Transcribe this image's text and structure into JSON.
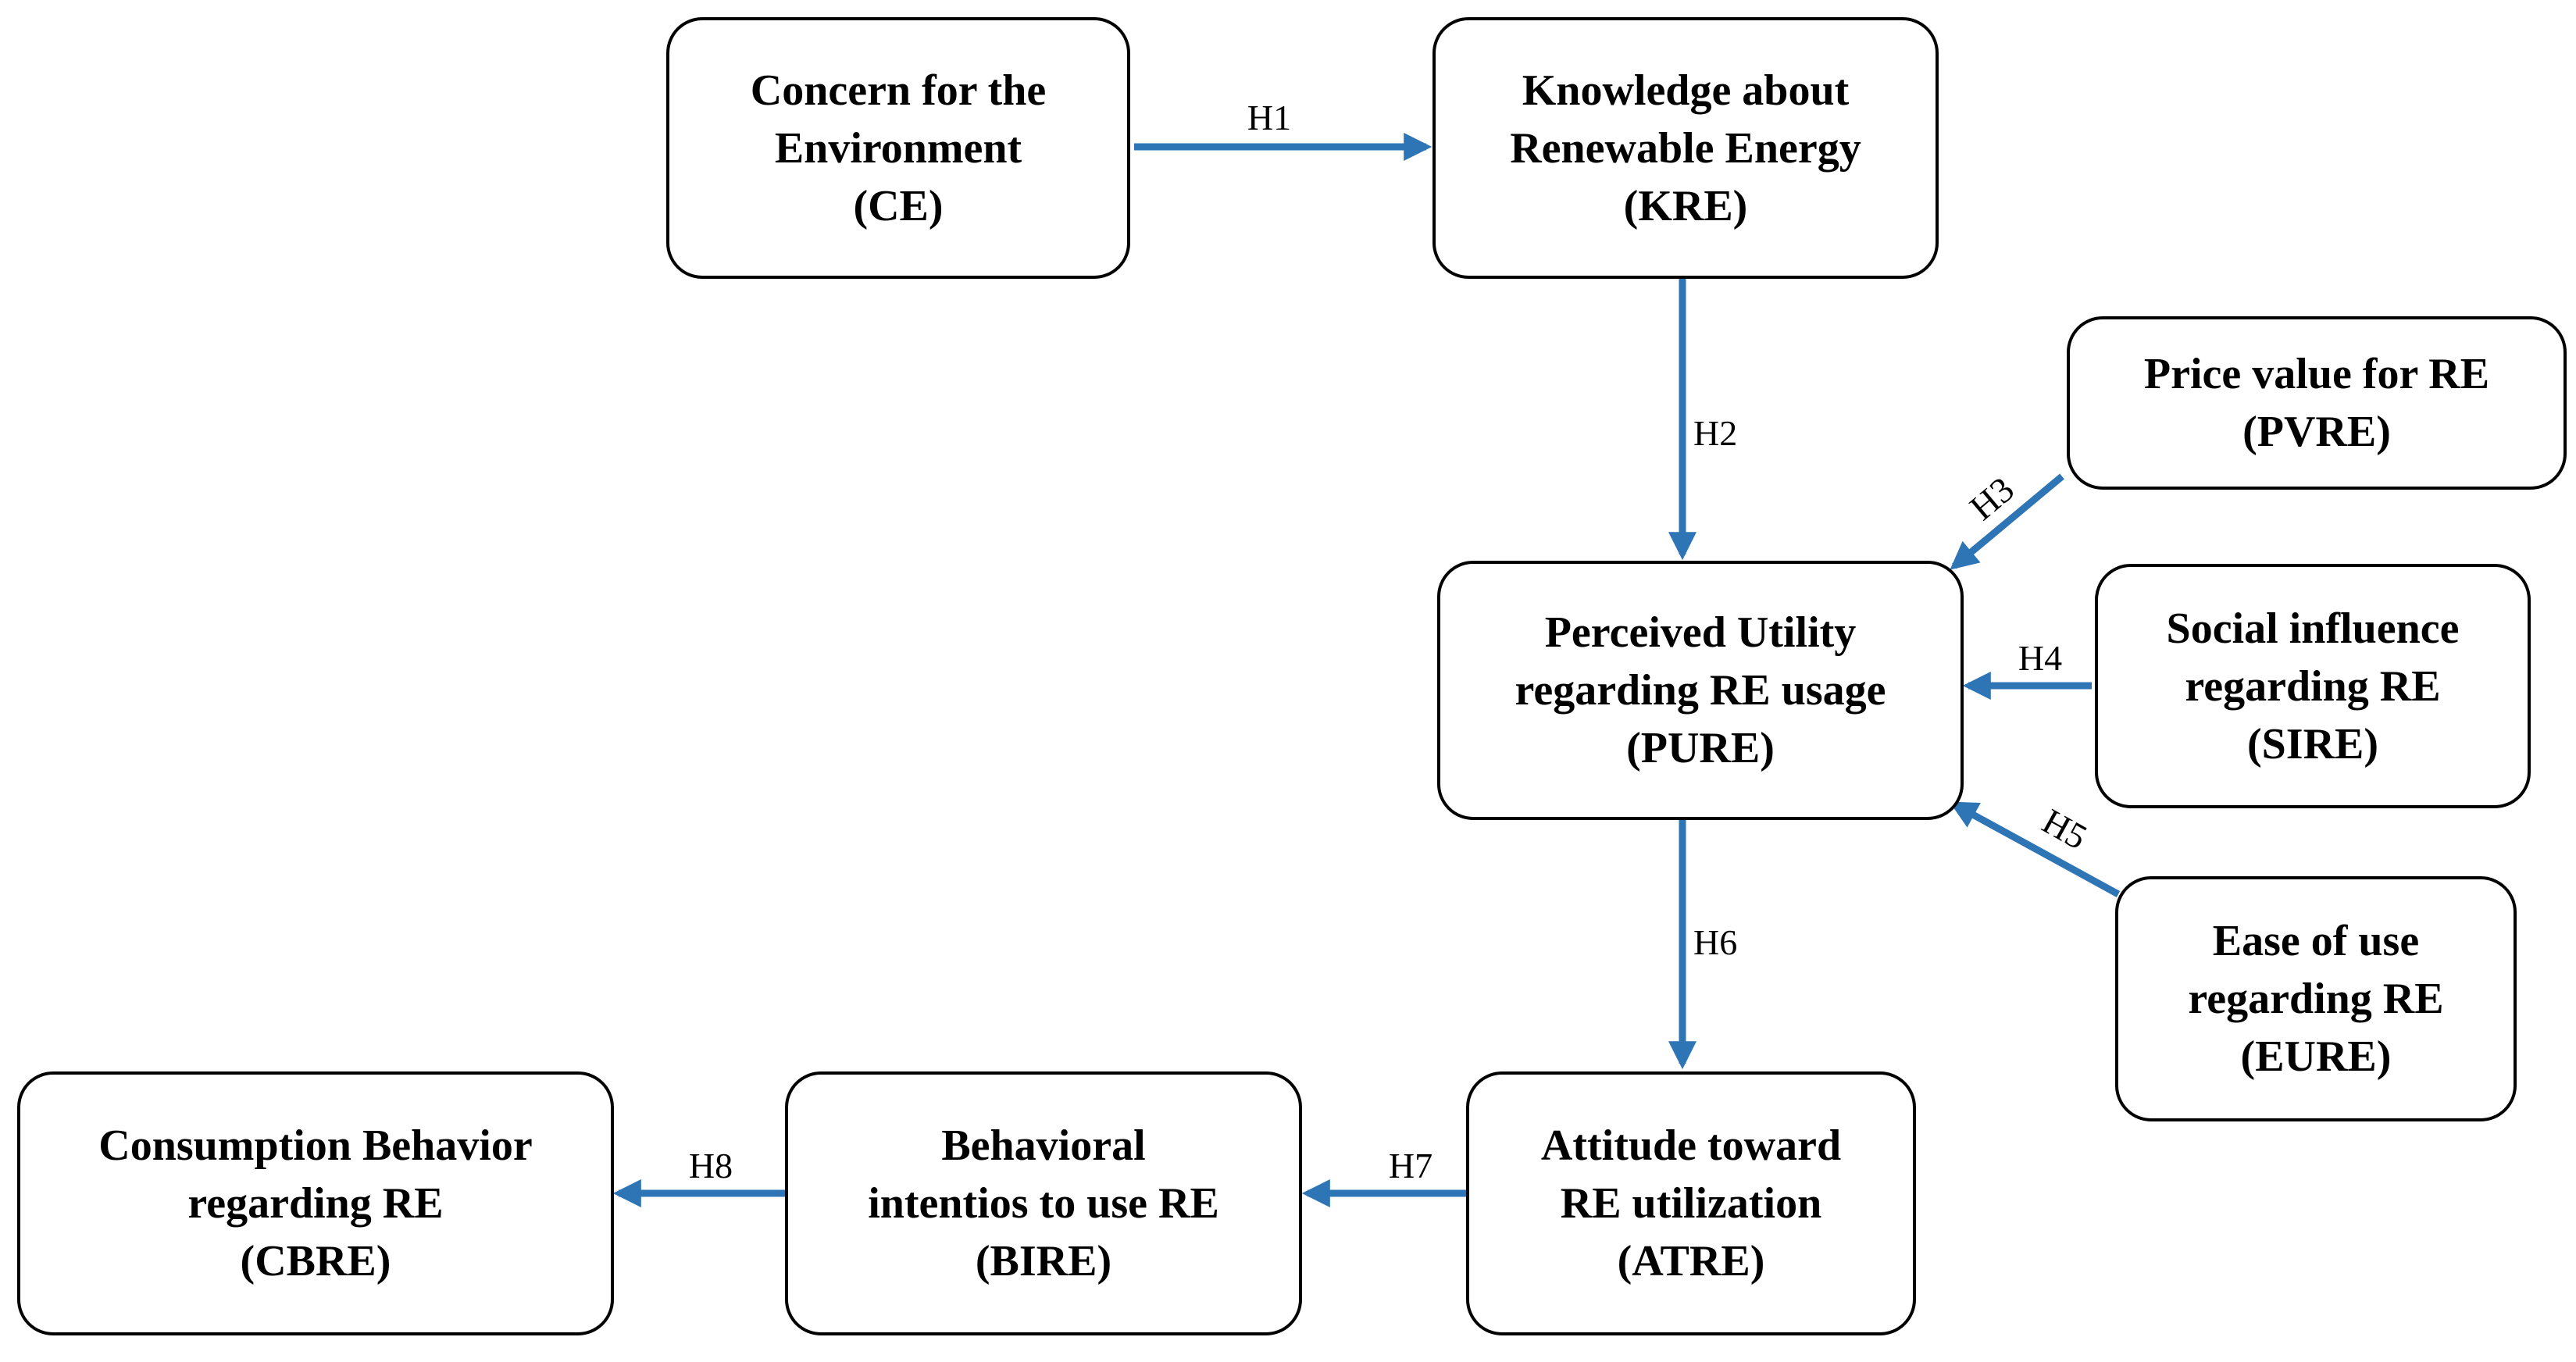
{
  "nodes": {
    "ce": {
      "lines": [
        "Concern for the",
        "Environment",
        "(CE)"
      ]
    },
    "kre": {
      "lines": [
        "Knowledge about",
        "Renewable Energy",
        "(KRE)"
      ]
    },
    "pvre": {
      "lines": [
        "Price value for RE",
        "(PVRE)"
      ]
    },
    "pure": {
      "lines": [
        "Perceived Utility",
        "regarding RE usage",
        "(PURE)"
      ]
    },
    "sire": {
      "lines": [
        "Social influence",
        "regarding RE",
        "(SIRE)"
      ]
    },
    "eure": {
      "lines": [
        "Ease of use",
        "regarding RE",
        "(EURE)"
      ]
    },
    "cbre": {
      "lines": [
        "Consumption Behavior",
        "regarding RE",
        "(CBRE)"
      ]
    },
    "bire": {
      "lines": [
        "Behavioral",
        "intentios to use RE",
        "(BIRE)"
      ]
    },
    "atre": {
      "lines": [
        "Attitude toward",
        "RE utilization",
        "(ATRE)"
      ]
    }
  },
  "edges": [
    {
      "from": "ce",
      "to": "kre",
      "label": "H1"
    },
    {
      "from": "kre",
      "to": "pure",
      "label": "H2"
    },
    {
      "from": "pvre",
      "to": "pure",
      "label": "H3"
    },
    {
      "from": "sire",
      "to": "pure",
      "label": "H4"
    },
    {
      "from": "eure",
      "to": "pure",
      "label": "H5"
    },
    {
      "from": "pure",
      "to": "atre",
      "label": "H6"
    },
    {
      "from": "atre",
      "to": "bire",
      "label": "H7"
    },
    {
      "from": "bire",
      "to": "cbre",
      "label": "H8"
    }
  ],
  "colors": {
    "arrow": "#2e75b6",
    "border": "#000000",
    "text": "#000000",
    "background": "#ffffff"
  }
}
